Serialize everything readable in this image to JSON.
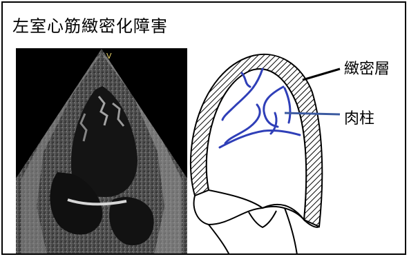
{
  "title": "左室心筋緻密化障害",
  "echo_marker": "V",
  "labels": {
    "compact_layer": "緻密層",
    "trabeculae": "肉柱"
  },
  "colors": {
    "trabeculae_line": "#2f3fb8",
    "pointer_trabeculae": "#3b5aa0",
    "pointer_compact": "#000000",
    "wall_hatch": "#000000"
  }
}
